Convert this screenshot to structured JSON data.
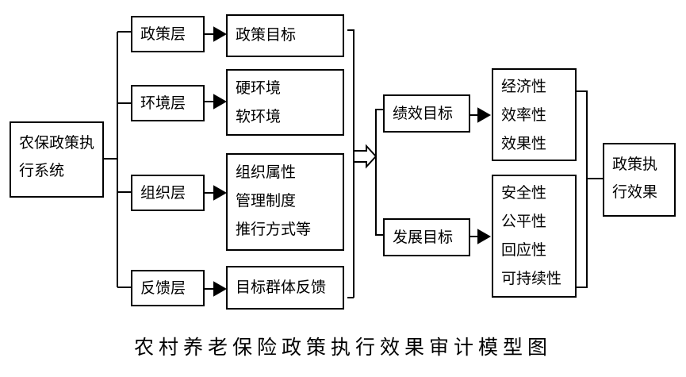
{
  "root": {
    "lines": [
      "农保政策执",
      "行系统"
    ]
  },
  "layers": [
    {
      "label": "政策层",
      "items": [
        "政策目标"
      ]
    },
    {
      "label": "环境层",
      "items": [
        "硬环境",
        "软环境"
      ]
    },
    {
      "label": "组织层",
      "items": [
        "组织属性",
        "管理制度",
        "推行方式等"
      ]
    },
    {
      "label": "反馈层",
      "items": [
        "目标群体反馈"
      ]
    }
  ],
  "goals": [
    {
      "label": "绩效目标",
      "items": [
        "经济性",
        "效率性",
        "效果性"
      ]
    },
    {
      "label": "发展目标",
      "items": [
        "安全性",
        "公平性",
        "回应性",
        "可持续性"
      ]
    }
  ],
  "result": {
    "lines": [
      "政策执",
      "行效果"
    ]
  },
  "caption": "农村养老保险政策执行效果审计模型图"
}
